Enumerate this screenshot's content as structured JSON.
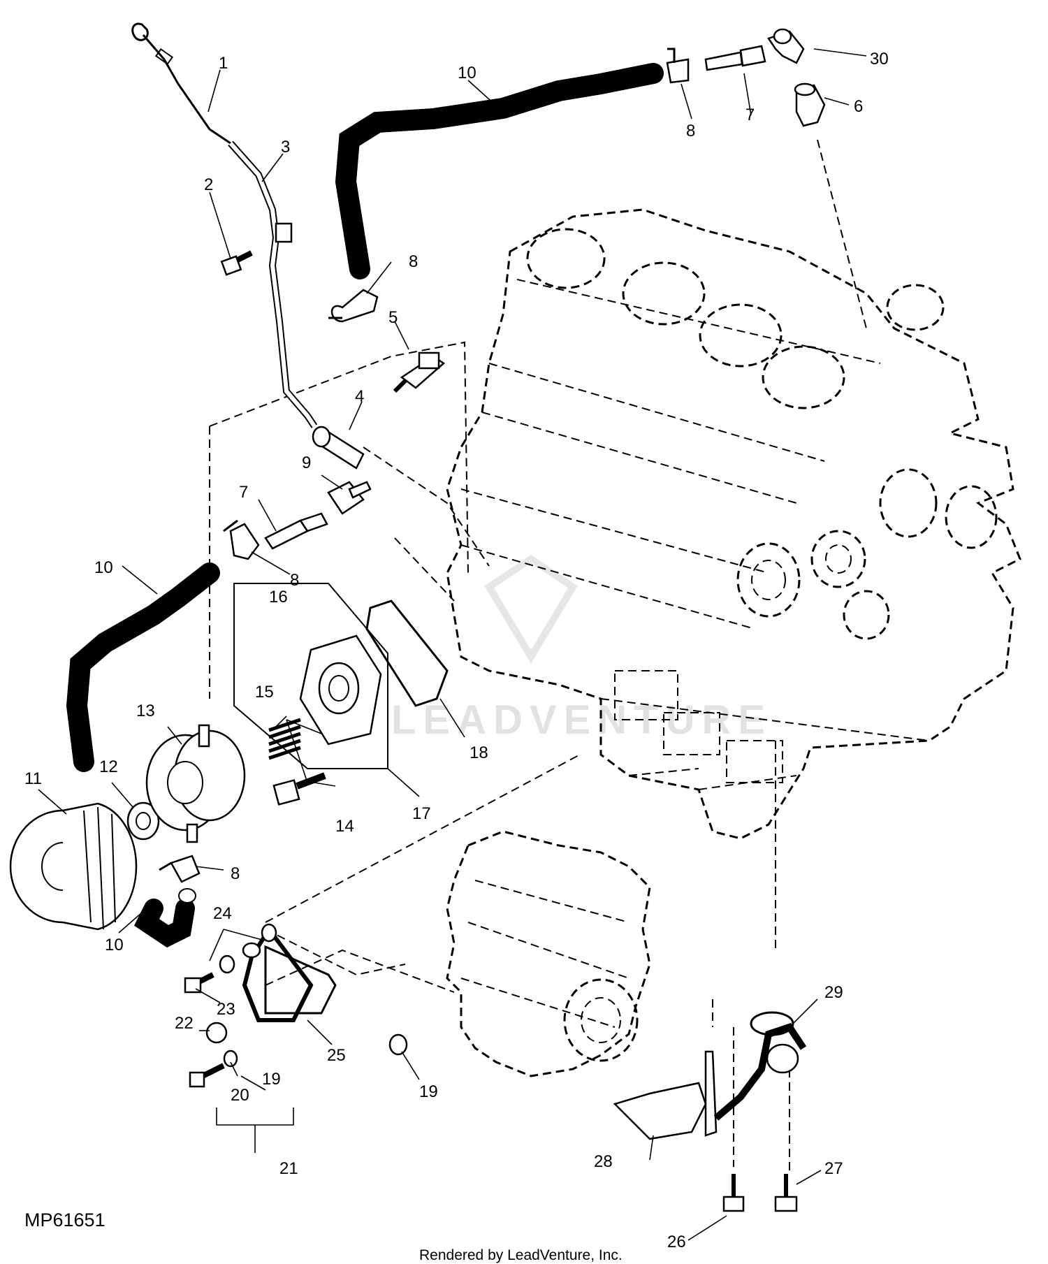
{
  "diagram": {
    "reference": "MP61651",
    "footer": "Rendered by LeadVenture, Inc.",
    "watermark": "LEADVENTURE",
    "callouts": [
      {
        "id": "c1",
        "label": "1"
      },
      {
        "id": "c2",
        "label": "2"
      },
      {
        "id": "c3",
        "label": "3"
      },
      {
        "id": "c4",
        "label": "4"
      },
      {
        "id": "c5",
        "label": "5"
      },
      {
        "id": "c6",
        "label": "6"
      },
      {
        "id": "c7a",
        "label": "7"
      },
      {
        "id": "c7b",
        "label": "7"
      },
      {
        "id": "c8a",
        "label": "8"
      },
      {
        "id": "c8b",
        "label": "8"
      },
      {
        "id": "c8c",
        "label": "8"
      },
      {
        "id": "c8d",
        "label": "8"
      },
      {
        "id": "c9",
        "label": "9"
      },
      {
        "id": "c10a",
        "label": "10"
      },
      {
        "id": "c10b",
        "label": "10"
      },
      {
        "id": "c10c",
        "label": "10"
      },
      {
        "id": "c11",
        "label": "11"
      },
      {
        "id": "c12",
        "label": "12"
      },
      {
        "id": "c13",
        "label": "13"
      },
      {
        "id": "c14",
        "label": "14"
      },
      {
        "id": "c15",
        "label": "15"
      },
      {
        "id": "c16",
        "label": "16"
      },
      {
        "id": "c17",
        "label": "17"
      },
      {
        "id": "c18",
        "label": "18"
      },
      {
        "id": "c19a",
        "label": "19"
      },
      {
        "id": "c19b",
        "label": "19"
      },
      {
        "id": "c20",
        "label": "20"
      },
      {
        "id": "c21",
        "label": "21"
      },
      {
        "id": "c22",
        "label": "22"
      },
      {
        "id": "c23",
        "label": "23"
      },
      {
        "id": "c24",
        "label": "24"
      },
      {
        "id": "c25",
        "label": "25"
      },
      {
        "id": "c26",
        "label": "26"
      },
      {
        "id": "c27",
        "label": "27"
      },
      {
        "id": "c28",
        "label": "28"
      },
      {
        "id": "c29",
        "label": "29"
      },
      {
        "id": "c30",
        "label": "30"
      }
    ]
  }
}
